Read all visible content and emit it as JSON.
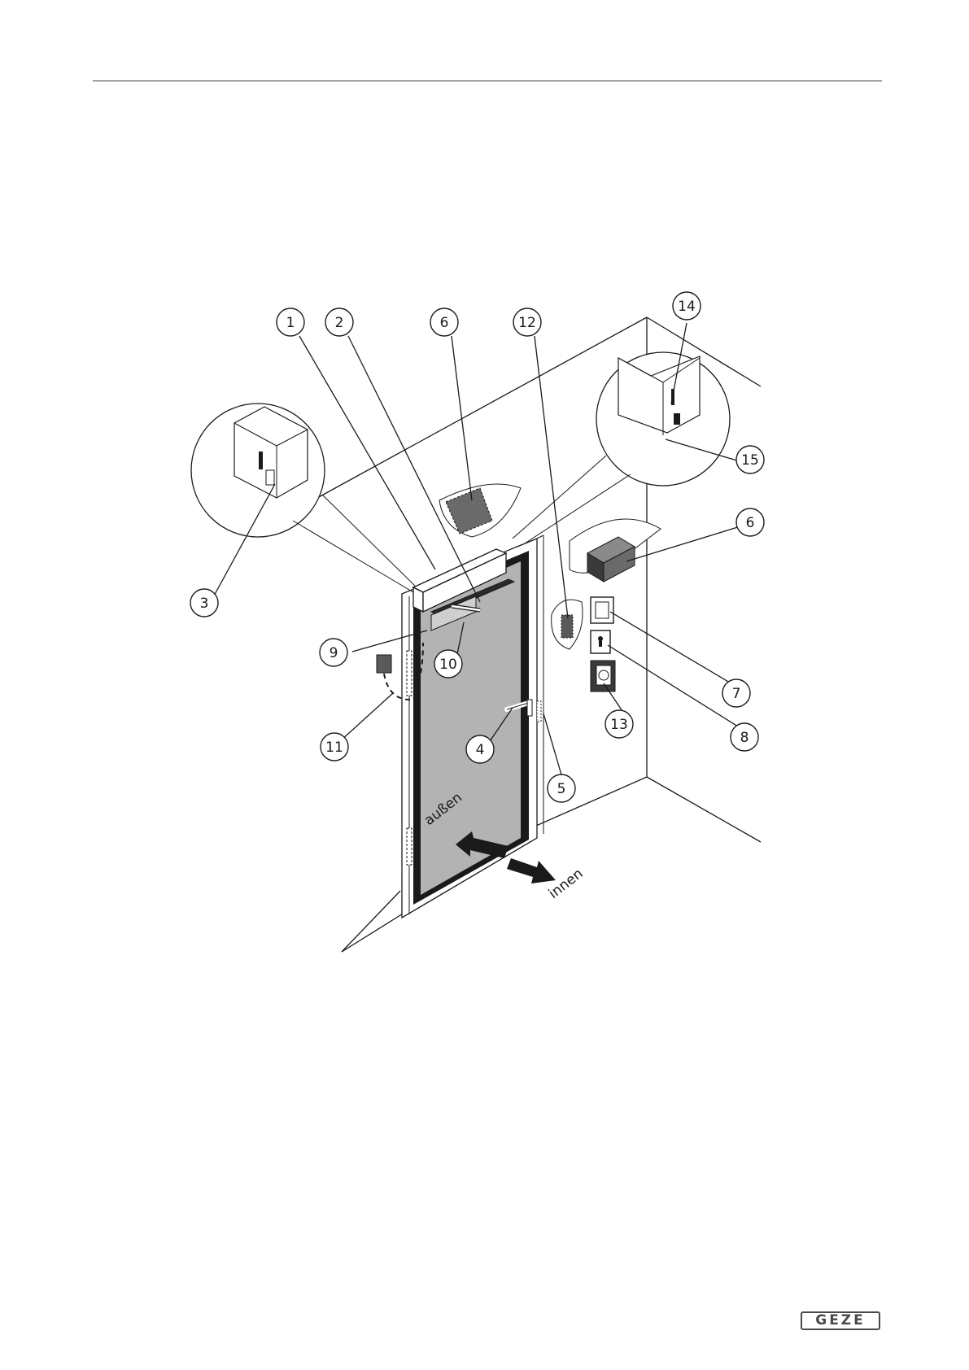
{
  "diagram": {
    "callouts": [
      {
        "id": "c1",
        "label": "1"
      },
      {
        "id": "c2",
        "label": "2"
      },
      {
        "id": "c6a",
        "label": "6"
      },
      {
        "id": "c12",
        "label": "12"
      },
      {
        "id": "c14",
        "label": "14"
      },
      {
        "id": "c15",
        "label": "15"
      },
      {
        "id": "c6b",
        "label": "6"
      },
      {
        "id": "c3",
        "label": "3"
      },
      {
        "id": "c9",
        "label": "9"
      },
      {
        "id": "c10",
        "label": "10"
      },
      {
        "id": "c7",
        "label": "7"
      },
      {
        "id": "c8",
        "label": "8"
      },
      {
        "id": "c13",
        "label": "13"
      },
      {
        "id": "c11",
        "label": "11"
      },
      {
        "id": "c4",
        "label": "4"
      },
      {
        "id": "c5",
        "label": "5"
      }
    ],
    "labels": {
      "outside": "außen",
      "inside": "innen"
    }
  },
  "footer": {
    "logo": "GEZE"
  }
}
